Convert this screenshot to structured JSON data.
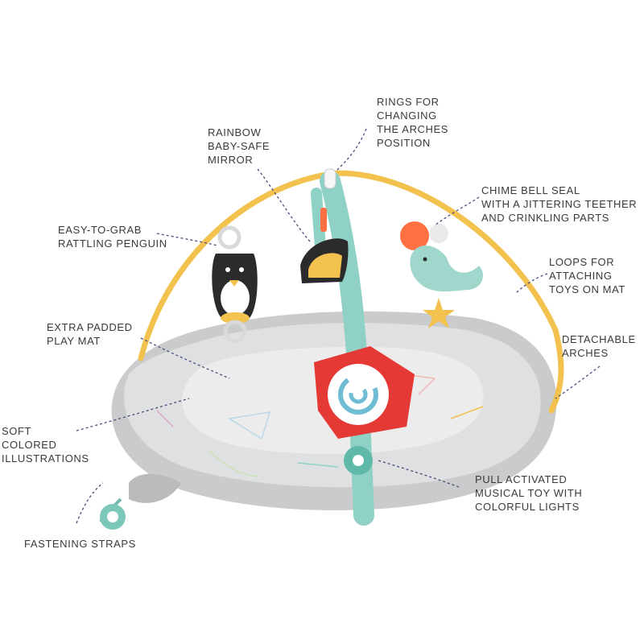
{
  "callouts": {
    "rings": [
      "RINGS FOR",
      "CHANGING",
      "THE ARCHES",
      "POSITION"
    ],
    "mirror": [
      "RAINBOW",
      "BABY-SAFE",
      "MIRROR"
    ],
    "chime": [
      "CHIME BELL SEAL",
      "WITH A JITTERING TEETHER",
      "AND CRINKLING PARTS"
    ],
    "penguin": [
      "EASY-TO-GRAB",
      "RATTLING PENGUIN"
    ],
    "loops": [
      "LOOPS FOR",
      "ATTACHING",
      "TOYS ON MAT"
    ],
    "mat": [
      "EXTRA PADDED",
      "PLAY MAT"
    ],
    "arches": [
      "DETACHABLE",
      "ARCHES"
    ],
    "illustrations": [
      "SOFT",
      "COLORED",
      "ILLUSTRATIONS"
    ],
    "musical": [
      "PULL ACTIVATED",
      "MUSICAL TOY WITH",
      "COLORFUL LIGHTS"
    ],
    "straps": [
      "FASTENING STRAPS"
    ]
  },
  "colors": {
    "arch": "#f2c14e",
    "mat_outer": "#c9cbcc",
    "mat_inner": "#e9eaea",
    "mint": "#8fd1c5",
    "panel_red": "#e53935",
    "leader_line": "#4b4a7a",
    "text": "#3a3a3a"
  }
}
